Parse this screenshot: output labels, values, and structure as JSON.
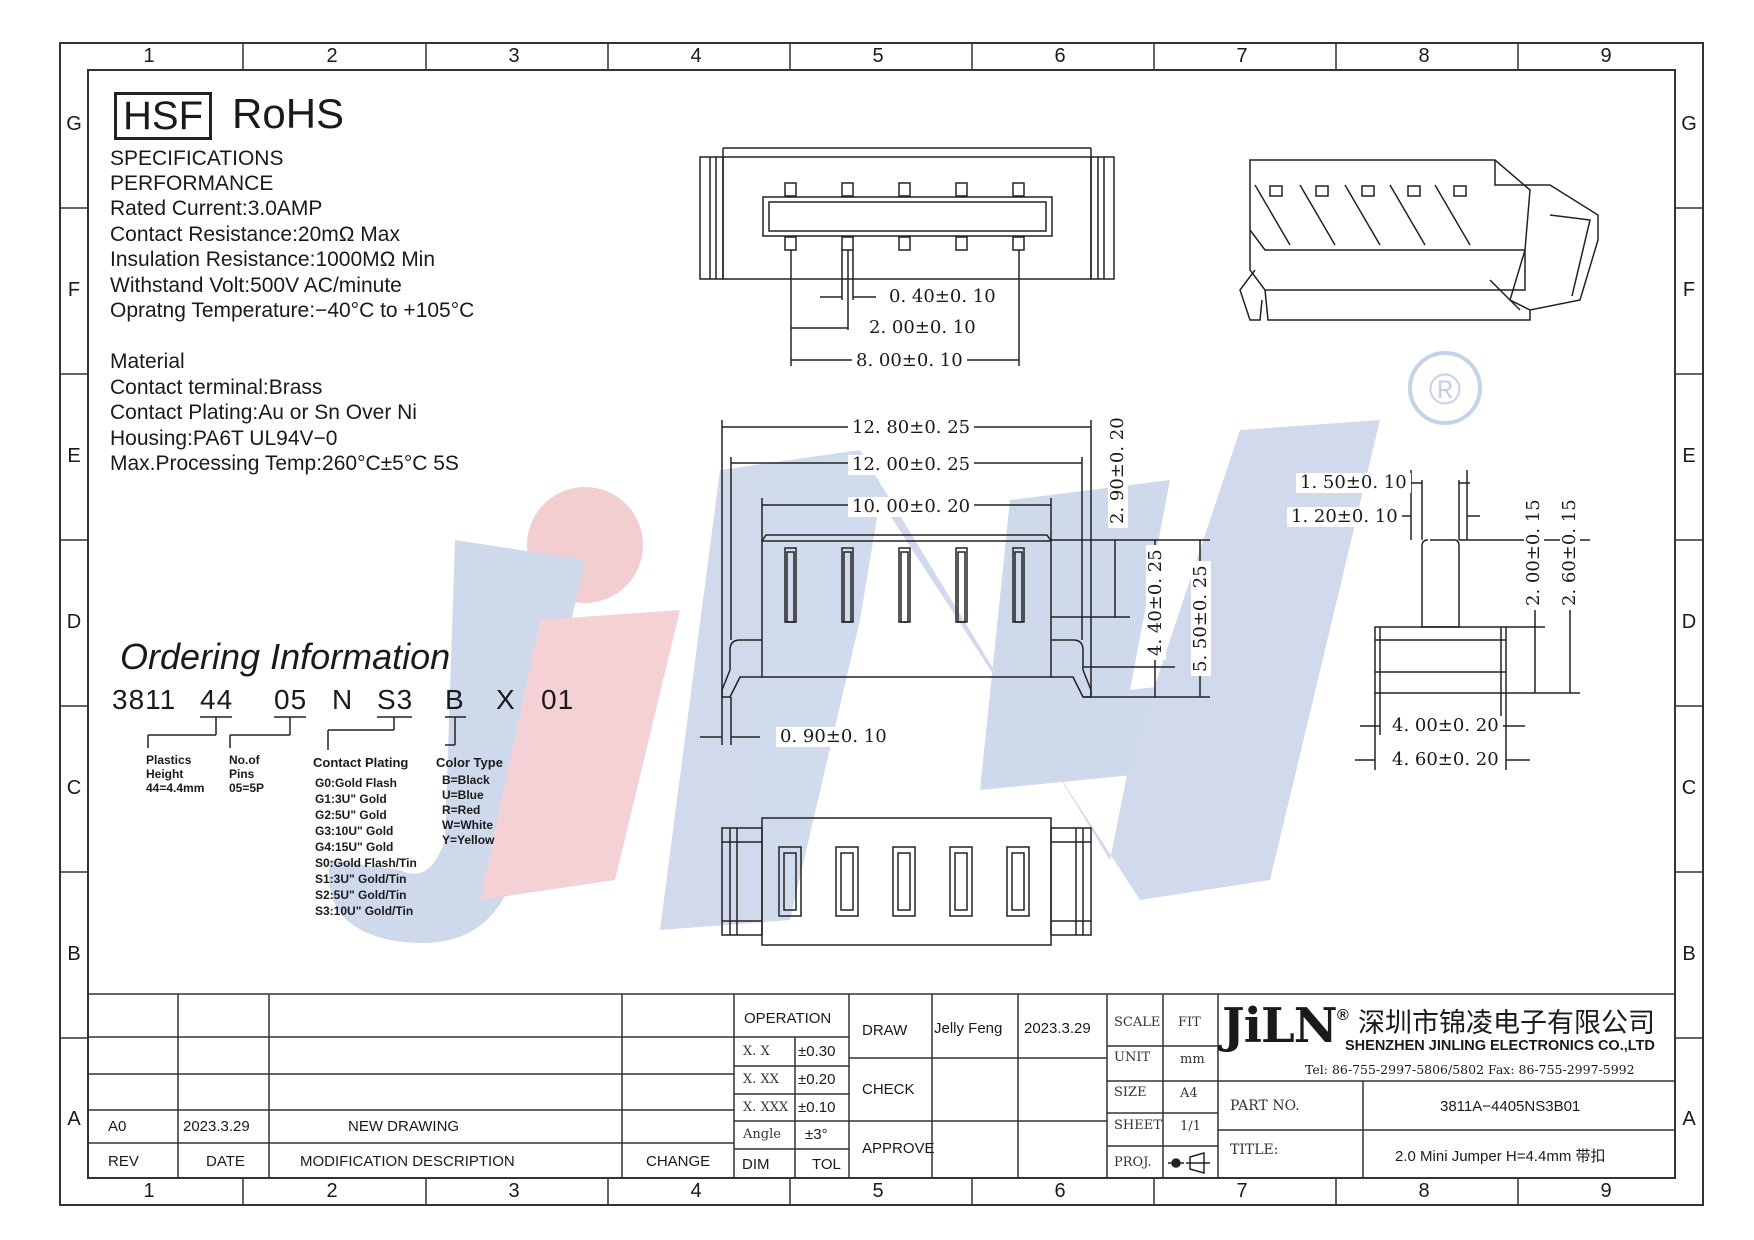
{
  "zones_top": [
    "1",
    "2",
    "3",
    "4",
    "5",
    "6",
    "7",
    "8",
    "9"
  ],
  "zones_side": [
    "G",
    "F",
    "E",
    "D",
    "C",
    "B",
    "A"
  ],
  "badge": {
    "hsf": "HSF",
    "rohs": "RoHS"
  },
  "specs": {
    "l1": "SPECIFICATIONS",
    "l2": "PERFORMANCE",
    "l3": "Rated  Current:3.0AMP",
    "l4": "Contact  Resistance:20mΩ  Max",
    "l5": "Insulation  Resistance:1000MΩ  Min",
    "l6": "Withstand  Volt:500V  AC/minute",
    "l7": "Opratng  Temperature:−40°C  to  +105°C",
    "m1": "Material",
    "m2": "Contact  terminal:Brass",
    "m3": "Contact  Plating:Au  or  Sn  Over  Ni",
    "m4": "Housing:PA6T  UL94V−0",
    "m5": "Max.Processing  Temp:260°C±5°C    5S"
  },
  "ordering": {
    "title": "Ordering Information",
    "p1": "3811",
    "p2": "44",
    "p3": "05",
    "p4": "N",
    "p5": "S3",
    "p6": "B",
    "p7": "X",
    "p8": "01",
    "plastics": [
      "Plastics",
      "Height",
      "44=4.4mm"
    ],
    "pins": [
      "No.of",
      "Pins",
      "05=5P"
    ],
    "plating_title": "Contact  Plating",
    "plating": [
      "G0:Gold  Flash",
      "G1:3U\"  Gold",
      "G2:5U\"  Gold",
      "G3:10U\"  Gold",
      "G4:15U\"  Gold",
      "S0:Gold  Flash/Tin",
      "S1:3U\"  Gold/Tin",
      "S2:5U\"  Gold/Tin",
      "S3:10U\"  Gold/Tin"
    ],
    "color_title": "Color  Type",
    "colors": [
      "B=Black",
      "U=Blue",
      "R=Red",
      "W=White",
      "Y=Yellow"
    ]
  },
  "dims": {
    "d040": "0. 40±0. 10",
    "d200": "2. 00±0. 10",
    "d800": "8. 00±0. 10",
    "d1280": "12. 80±0. 25",
    "d1200": "12. 00±0. 25",
    "d1000": "10. 00±0. 20",
    "d290": "2. 90±0. 20",
    "d440": "4. 40±0. 25",
    "d550": "5. 50±0. 25",
    "d090": "0. 90±0. 10",
    "d150": "1. 50±0. 10",
    "d120": "1. 20±0. 10",
    "d2000": "2. 00±0. 15",
    "d260": "2. 60±0. 15",
    "d400": "4. 00±0. 20",
    "d460": "4. 60±0. 20"
  },
  "watermark": {
    "text": "JiLN",
    "reg": "®"
  },
  "titleblock": {
    "operation": "OPERATION",
    "xx_label": "X. X",
    "xx_tol": "±0.30",
    "xxx_label": "X. XX",
    "xxx_tol": "±0.20",
    "xxxx_label": "X. XXX",
    "xxxx_tol": "±0.10",
    "angle_label": "Angle",
    "angle_tol": "±3°",
    "dim": "DIM",
    "tol": "TOL",
    "draw": "DRAW",
    "check": "CHECK",
    "approve": "APPROVE",
    "drawer": "Jelly  Feng",
    "draw_date": "2023.3.29",
    "scale": "SCALE",
    "scale_val": "FIT",
    "unit": "UNIT",
    "unit_val": "mm",
    "size": "SIZE",
    "size_val": "A4",
    "sheet": "SHEET",
    "sheet_val": "1/1",
    "proj": "PROJ.",
    "rev_h": "REV",
    "date_h": "DATE",
    "mod_h": "MODIFICATION  DESCRIPTION",
    "change_h": "CHANGE",
    "rev": "A0",
    "date": "2023.3.29",
    "mod": "NEW  DRAWING",
    "logo": "JiLN",
    "logo_reg": "®",
    "company_cn": "深圳市锦凌电子有限公司",
    "company_en": "SHENZHEN JINLING ELECTRONICS CO.,LTD",
    "tel": "Tel:  86-755-2997-5806/5802  Fax:  86-755-2997-5992",
    "partno_label": "PART  NO.",
    "partno": "3811A−4405NS3B01",
    "title_label": "TITLE:",
    "title": "2.0  Mini  Jumper  H=4.4mm  带扣"
  }
}
